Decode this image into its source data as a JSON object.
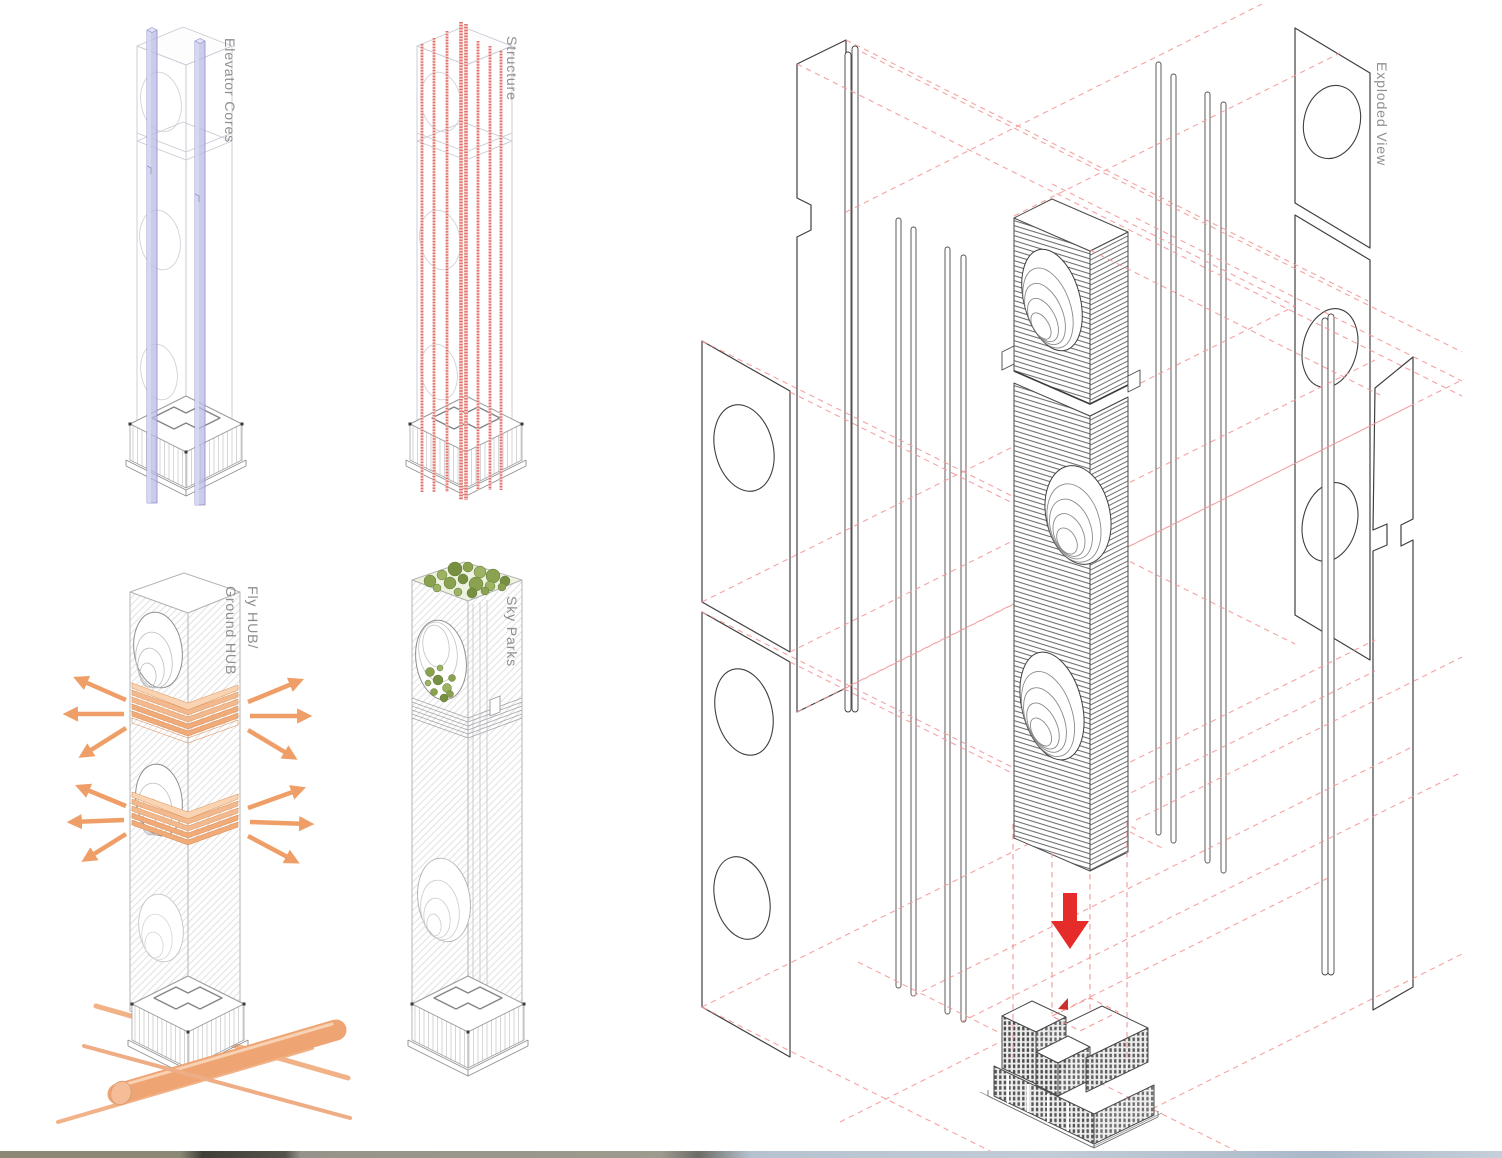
{
  "labels": {
    "elevator_cores": "Elevator Cores",
    "structure": "Structure",
    "fly_hub_1": "Fly HUB/",
    "fly_hub_2": "Ground HUB",
    "sky_parks": "Sky Parks",
    "exploded_view": "Exploded View"
  },
  "colors": {
    "elevator_core_blue": "#b9b9e4",
    "structure_column_red": "#e8827e",
    "hub_orange": "#f0a877",
    "park_green": "#8aa24f",
    "projection_line_red": "#f49898",
    "drop_arrow_red": "#e62b2b",
    "label_gray": "#8f8f8f",
    "outline_dark": "#3f3f3f",
    "outline_faint": "#c9c9d4"
  }
}
